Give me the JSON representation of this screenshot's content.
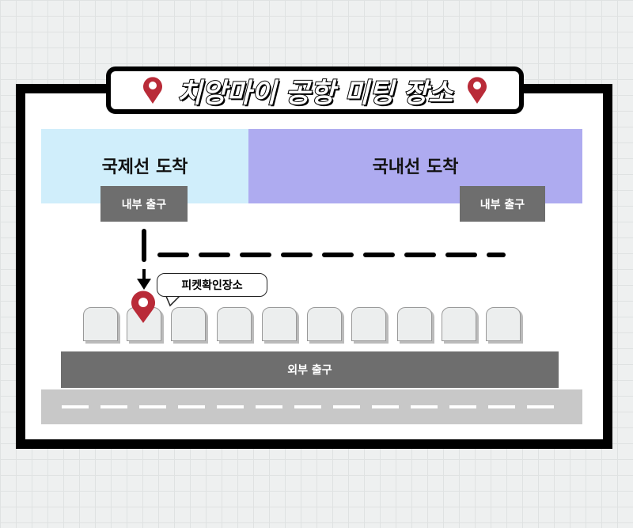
{
  "title": "치앙마이 공항 미팅 장소",
  "zones": {
    "international": "국제선 도착",
    "domestic": "국내선 도착"
  },
  "exits": {
    "inner_left": "내부 출구",
    "inner_right": "내부 출구",
    "outer": "외부 출구"
  },
  "callout": "피켓확인장소",
  "gate_count": 10,
  "colors": {
    "pin": "#b92b38",
    "international": "#d0eefb",
    "domestic": "#aeabf0",
    "exit": "#6e6e6e"
  }
}
